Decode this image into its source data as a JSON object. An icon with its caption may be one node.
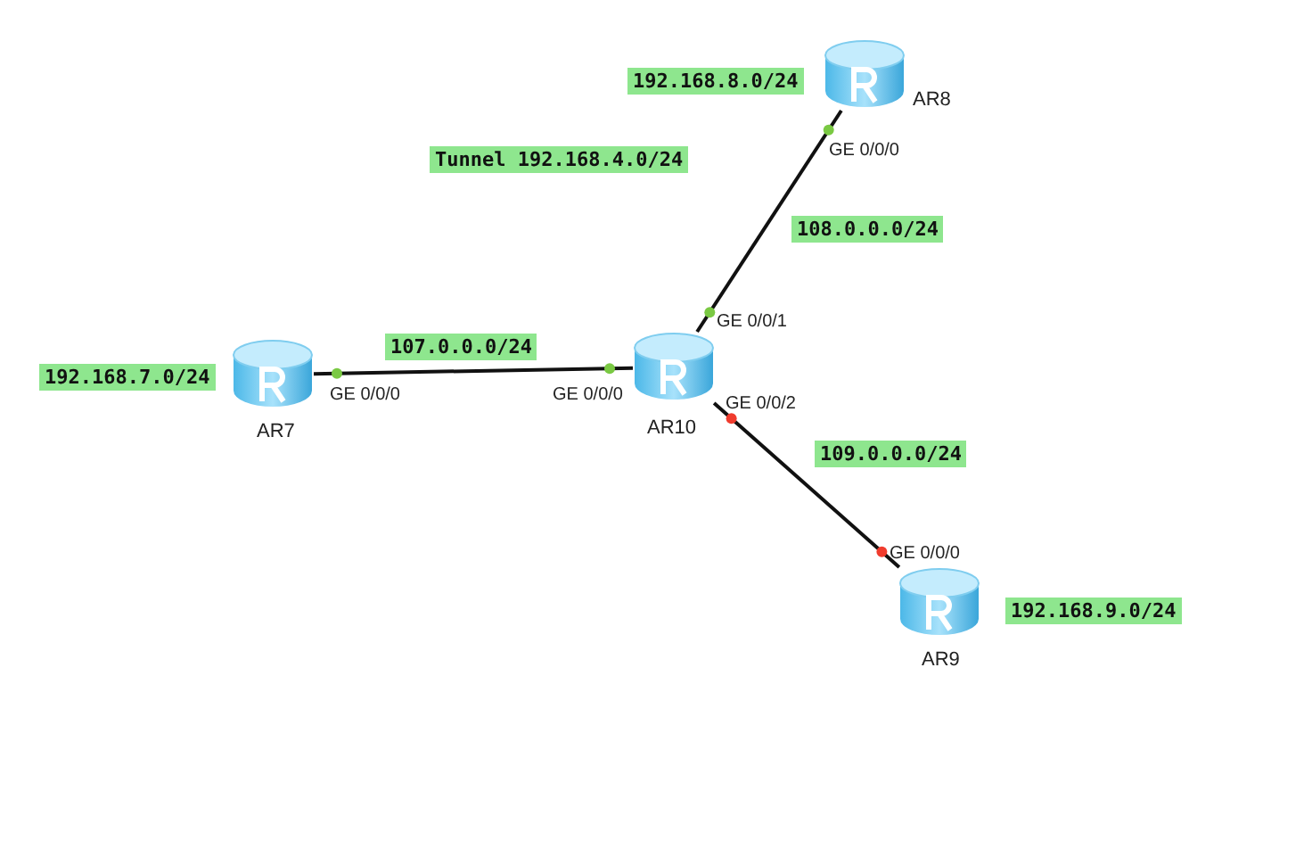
{
  "diagram": {
    "nodes": [
      {
        "text": [
          "AR8"
        ],
        "beside": [
          "192.168.8.0/24"
        ]
      },
      {
        "text": [
          "AR7"
        ],
        "beside": [
          "192.168.7.0/24"
        ]
      },
      {
        "text": [
          "AR10"
        ]
      },
      {
        "text": [
          "AR9"
        ],
        "beside": [
          "192.168.9.0/24"
        ]
      }
    ],
    "edges": [
      {
        "from": 1,
        "to": 2,
        "arrow": "none",
        "label": "107.0.0.0/24"
      },
      {
        "from": 2,
        "to": 0,
        "arrow": "none",
        "label": "108.0.0.0/24"
      },
      {
        "from": 2,
        "to": 3,
        "arrow": "none",
        "label": "109.0.0.0/24"
      }
    ],
    "labels": [
      "GE 0/0/0",
      "Tunnel 192.168.4.0/24",
      "GE 0/0/1",
      "GE 0/0/0",
      "GE 0/0/0",
      "GE 0/0/2",
      "GE 0/0/0"
    ]
  }
}
